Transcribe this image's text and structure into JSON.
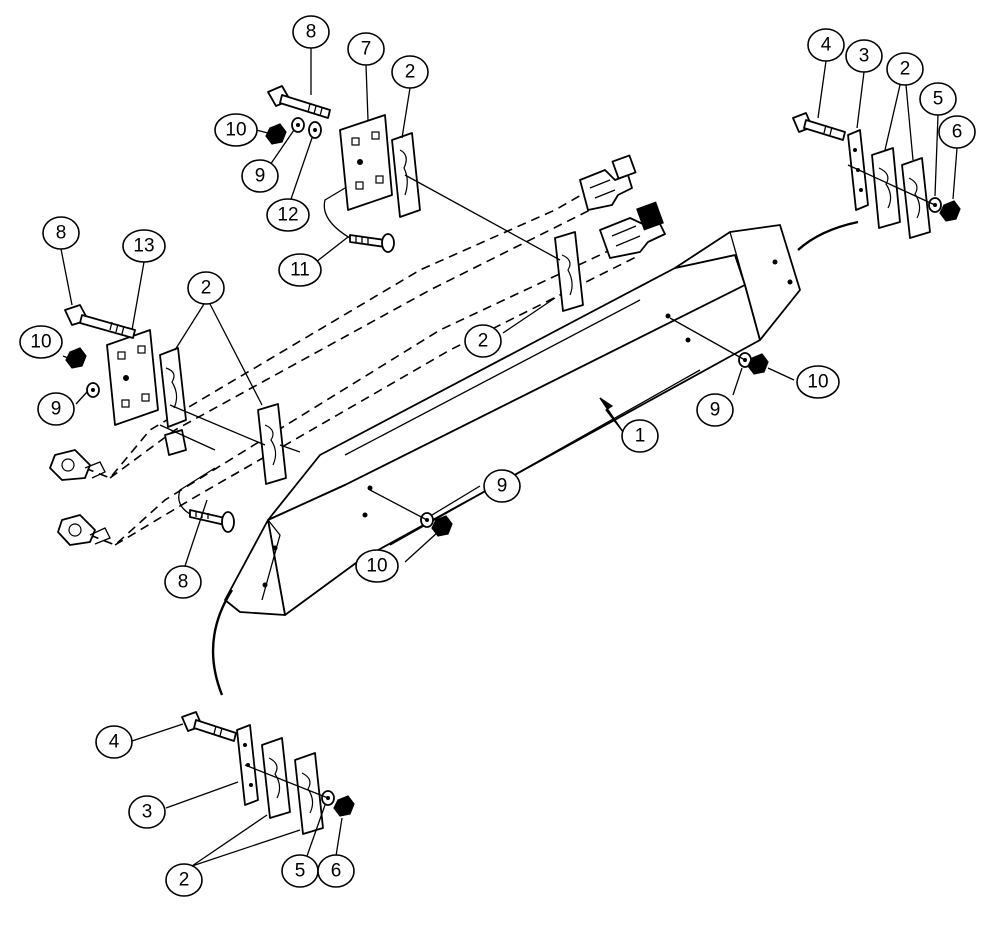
{
  "diagram": {
    "callouts": [
      {
        "id": "c-8-top",
        "label": "8"
      },
      {
        "id": "c-7",
        "label": "7"
      },
      {
        "id": "c-2-top",
        "label": "2"
      },
      {
        "id": "c-10-top",
        "label": "10"
      },
      {
        "id": "c-9-top",
        "label": "9"
      },
      {
        "id": "c-12",
        "label": "12"
      },
      {
        "id": "c-11",
        "label": "11"
      },
      {
        "id": "c-4-right",
        "label": "4"
      },
      {
        "id": "c-3-right",
        "label": "3"
      },
      {
        "id": "c-2-right",
        "label": "2"
      },
      {
        "id": "c-5-right",
        "label": "5"
      },
      {
        "id": "c-6-right",
        "label": "6"
      },
      {
        "id": "c-8-left",
        "label": "8"
      },
      {
        "id": "c-13",
        "label": "13"
      },
      {
        "id": "c-2-left",
        "label": "2"
      },
      {
        "id": "c-10-left",
        "label": "10"
      },
      {
        "id": "c-9-left",
        "label": "9"
      },
      {
        "id": "c-2-mid",
        "label": "2"
      },
      {
        "id": "c-9-mid",
        "label": "9"
      },
      {
        "id": "c-10-mid",
        "label": "10"
      },
      {
        "id": "c-1",
        "label": "1"
      },
      {
        "id": "c-9-lower",
        "label": "9"
      },
      {
        "id": "c-10-lower",
        "label": "10"
      },
      {
        "id": "c-8-lower",
        "label": "8"
      },
      {
        "id": "c-4-bottom",
        "label": "4"
      },
      {
        "id": "c-3-bottom",
        "label": "3"
      },
      {
        "id": "c-2-bottom",
        "label": "2"
      },
      {
        "id": "c-5-bottom",
        "label": "5"
      },
      {
        "id": "c-6-bottom",
        "label": "6"
      }
    ]
  }
}
